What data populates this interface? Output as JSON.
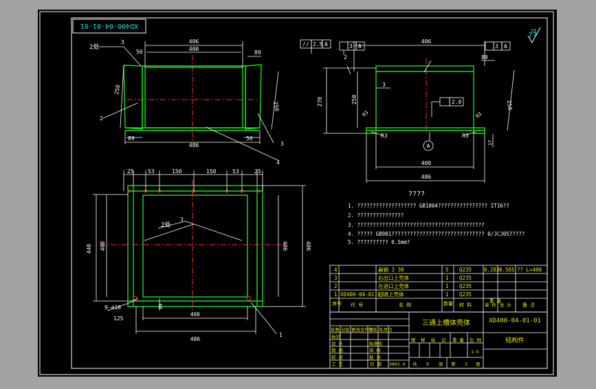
{
  "colors": {
    "window_bg": "#a2a2a2",
    "canvas_bg": "#000000",
    "frame": "#ffffff",
    "part": "#22dd22",
    "dim": "#ffffff",
    "centerline": "#ff3030",
    "text_cyan": "#22e0e0",
    "text_yellow": "#e8e800",
    "table_line": "#ffffff"
  },
  "drawing": {
    "number_box": "XD400-04-01-01",
    "roughness": "??",
    "roughness_value": "25"
  },
  "front_view": {
    "dims": {
      "top_outer": "406",
      "top_inner": "400",
      "right_top": "89",
      "left_top": "56",
      "left_side": "250",
      "right_side": "250",
      "bottom_left": "89",
      "bottom_right": "56",
      "bottom": "486"
    },
    "labels": {
      "weld": "2处",
      "weld_size": "3",
      "leader_2": "2",
      "leader_3": "3",
      "leader_4": "4"
    }
  },
  "side_view": {
    "dims": {
      "top": "406",
      "height_outer": "270",
      "height_inner": "250",
      "small_gap": "3",
      "top_small": "2",
      "right_top": "89",
      "right_side": "250",
      "radius_left": "R3",
      "radius_right": "R3",
      "bottom_right": "17",
      "bottom_inner": "400",
      "bottom": "486",
      "r_left_small": "R3",
      "r_right_small": "R3"
    },
    "tolerances": {
      "parallel_sym": "//",
      "parallel_val": "2.5",
      "parallel_ref": "A",
      "perp_val_1": "3",
      "perp_ref_1": "A",
      "perp_val_2": "3",
      "perp_ref_2": "A",
      "flatness_val": "2.0",
      "datum": "A"
    }
  },
  "plan_view": {
    "dims": {
      "top": [
        "25",
        "53",
        "150",
        "150",
        "53",
        "25"
      ],
      "left": "440",
      "left_inner": "400",
      "right_inner": "406",
      "right": "486",
      "hole": "9-ø10",
      "hole_pitch": "125",
      "bottom_inner": "406",
      "bottom": "486",
      "small_89": "89"
    },
    "labels": {
      "weld": "2处",
      "weld_size": "3",
      "leader_1": "1"
    }
  },
  "notes": {
    "title": "????",
    "lines": [
      "1. ???????????????????         GB1804????????????????        IT16??",
      "2. ???????????????",
      "3. ?????????????????????????????????????????",
      "4. ?????     GB981??????????????????????????????                   0/JCJ057????",
      "5. ??????????         0.5mm?"
    ]
  },
  "parts_table": {
    "rows": [
      {
        "no": "4",
        "code": "",
        "name": "扁钢 3 30",
        "qty": "5",
        "mat": "Q235",
        "weight": "0.283",
        "total": "0.565",
        "note": "?? L=400"
      },
      {
        "no": "3",
        "code": "",
        "name": "右出口上壳体",
        "qty": "1",
        "mat": "Q235",
        "weight": "",
        "total": "",
        "note": ""
      },
      {
        "no": "2",
        "code": "",
        "name": "左进口上壳体",
        "qty": "1",
        "mat": "Q235",
        "weight": "",
        "total": "",
        "note": ""
      },
      {
        "no": "1",
        "code": "XD400-04-01-03",
        "name": "三通上壳体",
        "qty": "1",
        "mat": "Q235",
        "weight": "",
        "total": "",
        "note": ""
      }
    ],
    "header": {
      "no": "序号",
      "code": "代 号",
      "name": "名 称",
      "qty": "数量",
      "mat": "材 料",
      "weight": "单 件",
      "total": "总 计",
      "wt": "重 量",
      "note": "备 注"
    }
  },
  "title_block": {
    "title": "三通上槽体壳体",
    "drawing_no": "XD400-04-01-01",
    "category": "结构件",
    "scale": "1:5",
    "date": "2002.9",
    "sheets": "9",
    "sheet": "3",
    "sheet_total_label": "共",
    "sheet_label": "张",
    "sheet_no_label": "第",
    "sheet_no_unit": "张",
    "date_label": "日 期",
    "rows_left": [
      "标记",
      "设 计",
      "制 图",
      "校 对",
      "工 艺"
    ],
    "cols_top": [
      "处数",
      "分区",
      "更改文件号",
      "签名",
      "年月日"
    ],
    "mid_labels": [
      "标准化",
      "审 核",
      "批 准"
    ],
    "stage_labels": [
      "图",
      "样",
      "标",
      "记"
    ],
    "weight_label": "重 量",
    "scale_label": "比 例"
  }
}
